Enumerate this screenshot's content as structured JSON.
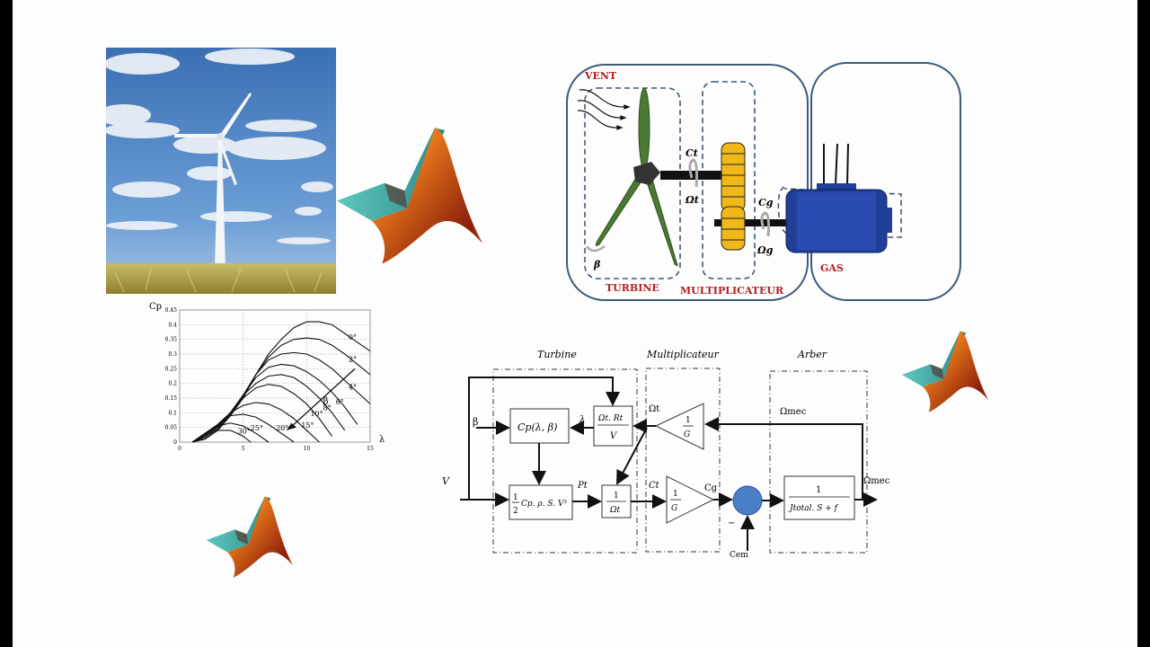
{
  "photo": {
    "subject": "wind-turbine-in-wheat-field"
  },
  "logos": {
    "icon": "matlab-logo-icon",
    "count": 3
  },
  "colors": {
    "sky": "#4a7fc0",
    "field": "#b8a64a",
    "matlab_teal": "#5fc8c0",
    "matlab_orange": "#e0701a",
    "matlab_dark": "#8a1e0a",
    "frame_blue": "#3c5a78",
    "label_red": "#b21f1f",
    "blade_green": "#4a7a32",
    "gear_yellow": "#f0b818",
    "generator_blue": "#1f3f99",
    "sum_node_blue": "#4a7fc8"
  },
  "chart_data": {
    "type": "line",
    "title": "",
    "xlabel": "λ",
    "ylabel": "Cp",
    "xlim": [
      0,
      15
    ],
    "ylim": [
      0,
      0.45
    ],
    "xticks": [
      "0",
      "5",
      "10",
      "15"
    ],
    "yticks": [
      "0",
      "0.05",
      "0.1",
      "0.15",
      "0.2",
      "0.25",
      "0.3",
      "0.35",
      "0.4",
      "0.45"
    ],
    "grid": true,
    "arrow_label": "β",
    "series": [
      {
        "name": "0°",
        "x": [
          1,
          2,
          3,
          4,
          5,
          6,
          7,
          8,
          9,
          10,
          11,
          12,
          13,
          14,
          15
        ],
        "y": [
          0.0,
          0.01,
          0.04,
          0.09,
          0.15,
          0.23,
          0.3,
          0.35,
          0.39,
          0.41,
          0.41,
          0.4,
          0.37,
          0.34,
          0.31
        ]
      },
      {
        "name": "2°",
        "x": [
          1,
          2,
          3,
          4,
          5,
          6,
          7,
          8,
          9,
          10,
          11,
          12,
          13,
          14,
          15
        ],
        "y": [
          0.0,
          0.015,
          0.045,
          0.095,
          0.155,
          0.23,
          0.29,
          0.33,
          0.35,
          0.355,
          0.35,
          0.33,
          0.3,
          0.265,
          0.23
        ]
      },
      {
        "name": "4°",
        "x": [
          1,
          2,
          3,
          4,
          5,
          6,
          7,
          8,
          9,
          10,
          11,
          12,
          13,
          14,
          15
        ],
        "y": [
          0.0,
          0.02,
          0.05,
          0.1,
          0.16,
          0.23,
          0.28,
          0.3,
          0.305,
          0.3,
          0.28,
          0.25,
          0.21,
          0.17,
          0.13
        ]
      },
      {
        "name": "6°",
        "x": [
          1,
          2,
          3,
          4,
          5,
          6,
          7,
          8,
          9,
          10,
          11,
          12,
          13,
          14
        ],
        "y": [
          0.0,
          0.02,
          0.055,
          0.1,
          0.16,
          0.22,
          0.255,
          0.265,
          0.26,
          0.24,
          0.21,
          0.17,
          0.12,
          0.06
        ]
      },
      {
        "name": "8°",
        "x": [
          1,
          2,
          3,
          4,
          5,
          6,
          7,
          8,
          9,
          10,
          11,
          12,
          13
        ],
        "y": [
          0.0,
          0.025,
          0.06,
          0.1,
          0.16,
          0.2,
          0.225,
          0.23,
          0.22,
          0.19,
          0.15,
          0.1,
          0.04
        ]
      },
      {
        "name": "10°",
        "x": [
          1,
          2,
          3,
          4,
          5,
          6,
          7,
          8,
          9,
          10,
          11,
          12
        ],
        "y": [
          0.0,
          0.025,
          0.06,
          0.1,
          0.15,
          0.185,
          0.197,
          0.19,
          0.165,
          0.13,
          0.08,
          0.02
        ]
      },
      {
        "name": "15°",
        "x": [
          1,
          2,
          3,
          4,
          5,
          6,
          7,
          8,
          9,
          10,
          11
        ],
        "y": [
          0.0,
          0.03,
          0.06,
          0.1,
          0.125,
          0.135,
          0.13,
          0.11,
          0.08,
          0.04,
          0.0
        ]
      },
      {
        "name": "20°",
        "x": [
          1,
          2,
          3,
          4,
          5,
          6,
          7,
          8,
          9
        ],
        "y": [
          0.0,
          0.03,
          0.06,
          0.09,
          0.095,
          0.085,
          0.06,
          0.03,
          0.0
        ]
      },
      {
        "name": "25°",
        "x": [
          1,
          2,
          3,
          4,
          5,
          6,
          7
        ],
        "y": [
          0.0,
          0.03,
          0.055,
          0.065,
          0.055,
          0.03,
          0.0
        ]
      },
      {
        "name": "30°",
        "x": [
          1,
          2,
          3,
          4,
          5,
          5.6
        ],
        "y": [
          0.0,
          0.025,
          0.04,
          0.04,
          0.02,
          0.0
        ]
      }
    ]
  },
  "schematic": {
    "labels": {
      "wind": "VENT",
      "turbine": "TURBINE",
      "gearbox": "MULTIPLICATEUR",
      "generator": "GAS",
      "turbine_torque": "Ct",
      "turbine_speed": "Ωt",
      "gen_torque": "Cg",
      "gen_speed": "Ωg",
      "pitch": "β"
    }
  },
  "block_diagram": {
    "sections": {
      "turbine": "Turbine",
      "gearbox": "Multiplicateur",
      "shaft": "Arber"
    },
    "inputs": {
      "wind_speed": "V",
      "pitch": "β",
      "em_torque": "Cem"
    },
    "signals": {
      "lambda": "λ",
      "power": "Pt",
      "omega_t": "Ωt",
      "torque_t": "Ct",
      "torque_g": "Cg",
      "omega_mec_fb": "Ωmec",
      "omega_mec_out": "Ωmec",
      "minus_sign": "−"
    },
    "blocks": {
      "cp": "Cp(λ, β)",
      "tsr_num": "Ωt. Rt",
      "tsr_den": "V",
      "power_frac_num": "1",
      "power_frac_den": "2",
      "power_expr": "Cp. ρ. S. V³",
      "inv_omega_num": "1",
      "inv_omega_den": "Ωt",
      "gain_num": "1",
      "gain_den": "G",
      "shaft_num": "1",
      "shaft_den": "Jtotal. S + f"
    }
  }
}
